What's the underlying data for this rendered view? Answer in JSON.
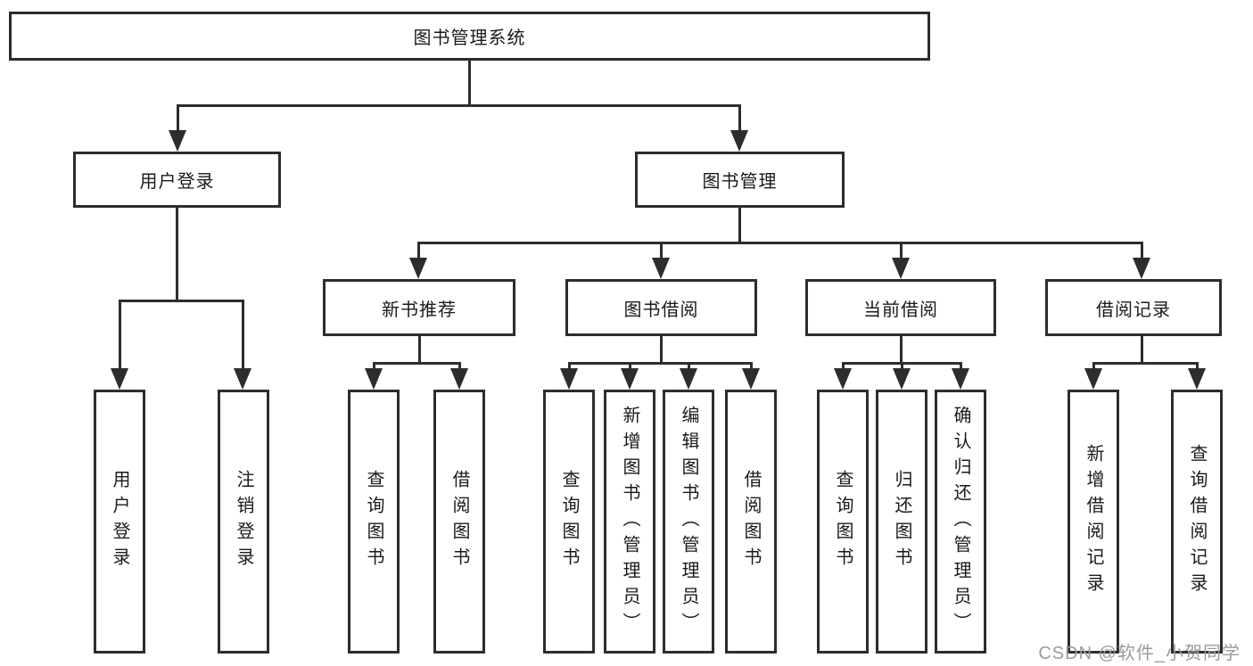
{
  "diagram": {
    "root": "图书管理系统",
    "user_login": {
      "label": "用户登录",
      "children": [
        "用户登录",
        "注销登录"
      ]
    },
    "book_mgmt": {
      "label": "图书管理",
      "sections": [
        {
          "label": "新书推荐",
          "children": [
            "查询图书",
            "借阅图书"
          ]
        },
        {
          "label": "图书借阅",
          "children": [
            "查询图书",
            "新增图书（管理员）",
            "编辑图书（管理员）",
            "借阅图书"
          ]
        },
        {
          "label": "当前借阅",
          "children": [
            "查询图书",
            "归还图书",
            "确认归还（管理员）"
          ]
        },
        {
          "label": "借阅记录",
          "children": [
            "新增借阅记录",
            "查询借阅记录"
          ]
        }
      ]
    }
  },
  "watermark": "CSDN @软件_小贺同学",
  "colors": {
    "line": "#2d2d2d",
    "text": "#1a1a1a",
    "watermark": "#9b9b9b",
    "background": "#ffffff"
  }
}
